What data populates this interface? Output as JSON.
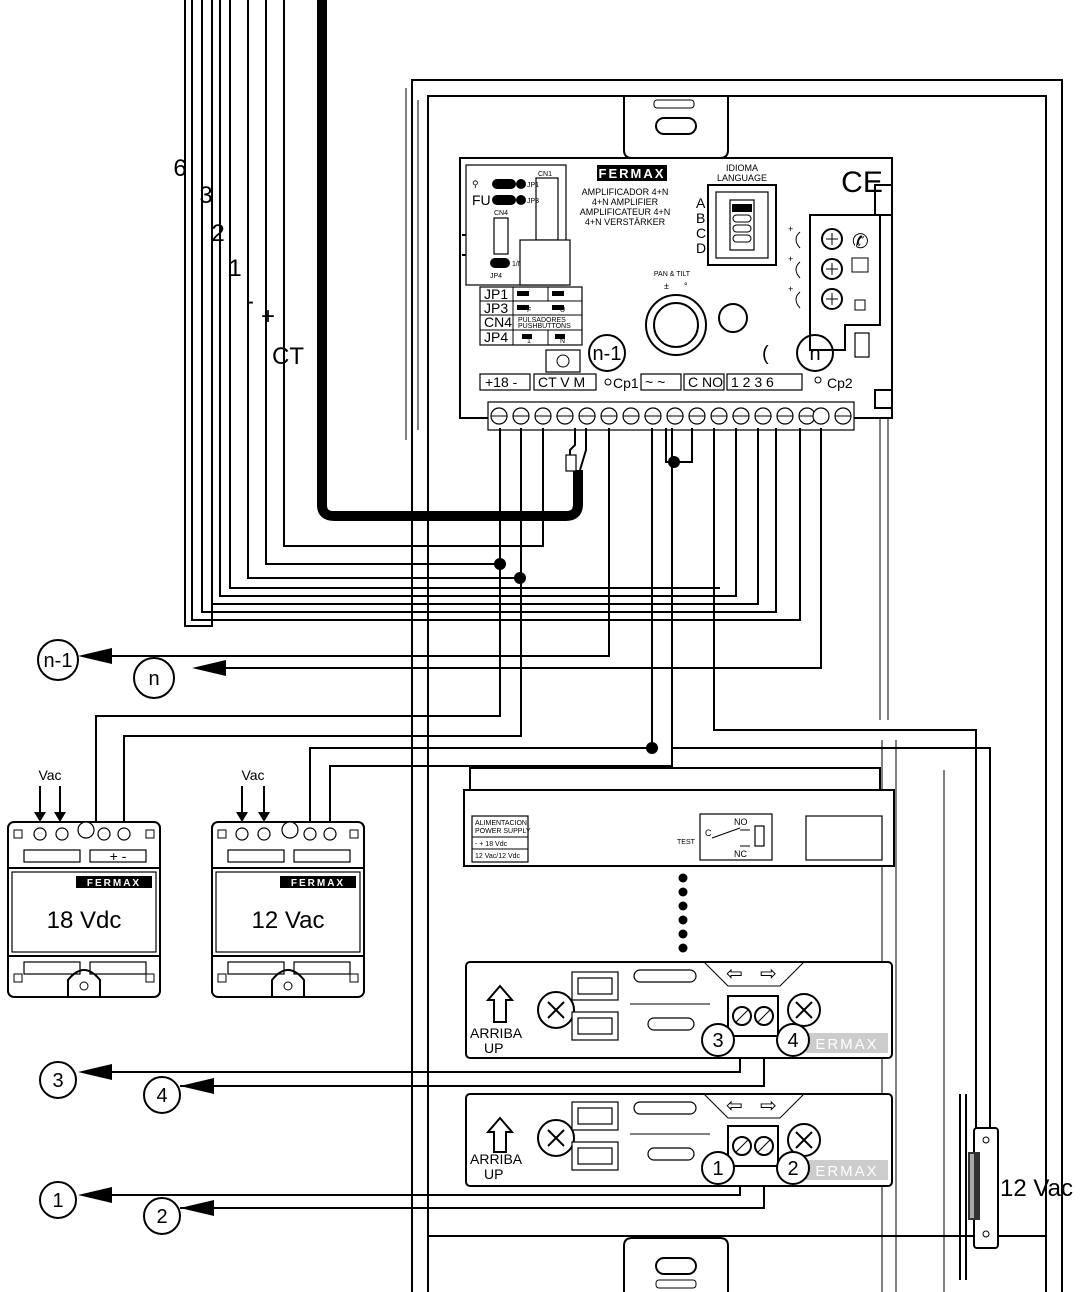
{
  "wire_labels": [
    "6",
    "3",
    "2",
    "1",
    "-",
    "+",
    "CT"
  ],
  "amplifier": {
    "brand": "FERMAX",
    "title_lines": [
      "AMPLIFICADOR 4+N",
      "4+N AMPLIFIER",
      "AMPLIFICATEUR 4+N",
      "4+N VERSTÄRKER"
    ],
    "language_label": [
      "IDIOMA",
      "LANGUAGE"
    ],
    "language_options": [
      "A",
      "B",
      "C",
      "D"
    ],
    "ce_mark": "CE",
    "pan_tilt_label": "PAN & TILT",
    "pan_tilt_marks": [
      "±",
      "°"
    ],
    "jumper_labels": [
      "JP1",
      "JP3",
      "CN4",
      "JP4"
    ],
    "jumper_table": [
      "JP1",
      "JP3",
      "CN4",
      "JP4"
    ],
    "jumper_fu": "FU",
    "jumper_f": "F",
    "jumper_u": "U",
    "pulsadores": [
      "PULSADORES",
      "PUSHBUTTONS"
    ],
    "jp4_values": [
      "1",
      "N"
    ],
    "cn1": "CN1",
    "jp4_1n": "1/N",
    "cp1_label": "Cp1",
    "cp2_label": "Cp2",
    "n_minus_1": "n-1",
    "n": "n",
    "terminal_groups": [
      "+18  -",
      "CT  V  M",
      "~  ~",
      "C NO",
      "1   2   3   6"
    ]
  },
  "arrows": {
    "left_top": [
      "n-1",
      "n"
    ],
    "middle": [
      "3",
      "4"
    ],
    "bottom": [
      "1",
      "2"
    ]
  },
  "power_supplies": [
    {
      "input_label": "Vac",
      "brand": "FERMAX",
      "output": "18 Vdc",
      "polarity": "+ -"
    },
    {
      "input_label": "Vac",
      "brand": "FERMAX",
      "output": "12 Vac"
    }
  ],
  "power_module": {
    "label_lines": [
      "ALIMENTACION",
      "POWER SUPPLY"
    ],
    "voltage_lines": [
      "-  + 18 Vdc",
      "12 Vac/12 Vdc"
    ],
    "test_label": "TEST",
    "switch_c": "C",
    "switch_no": "NO",
    "switch_nc": "NC"
  },
  "button_modules": [
    {
      "up_label": [
        "ARRIBA",
        "UP"
      ],
      "terminals": [
        "3",
        "4"
      ],
      "brand": "ERMAX"
    },
    {
      "up_label": [
        "ARRIBA",
        "UP"
      ],
      "terminals": [
        "1",
        "2"
      ],
      "brand": "ERMAX"
    }
  ],
  "door_lock": {
    "label": "12 Vac"
  }
}
